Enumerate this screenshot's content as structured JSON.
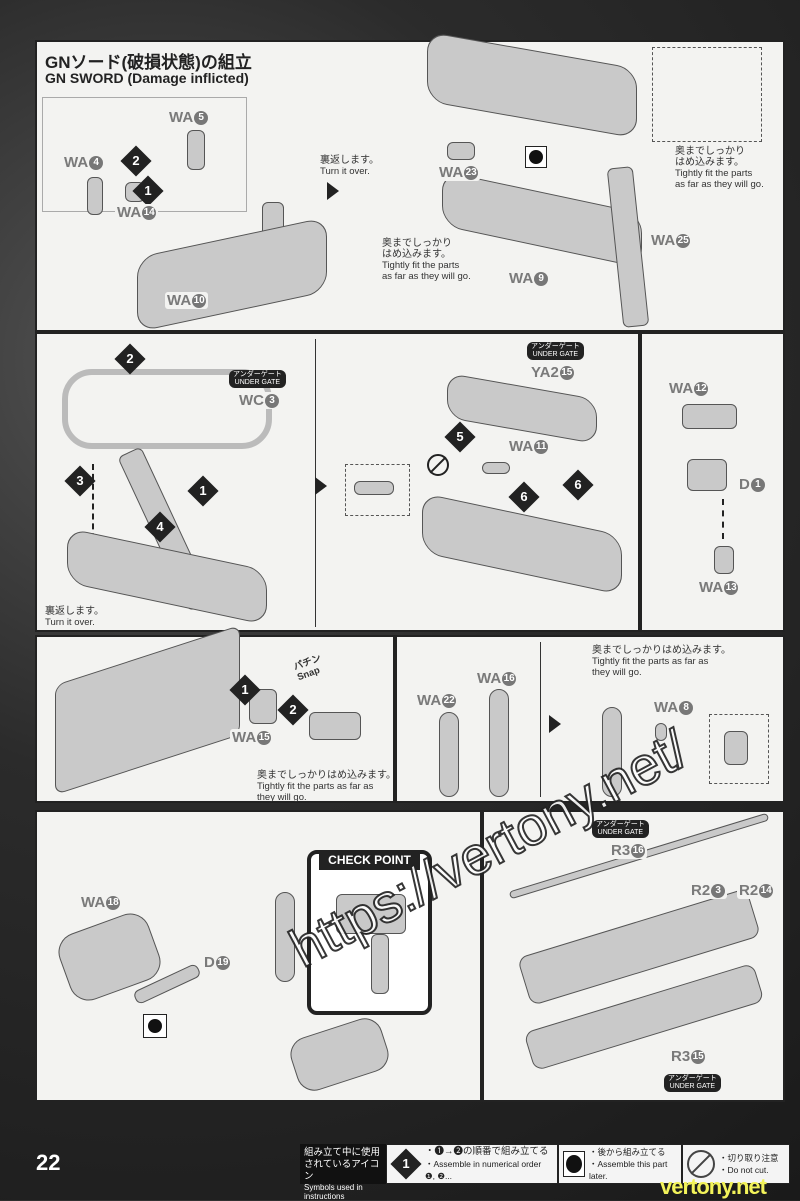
{
  "header": {
    "title_jp": "GNソード(破損状態)の組立",
    "title_en": "GN SWORD (Damage inflicted)"
  },
  "panel1": {
    "parts": [
      "WA",
      "WA",
      "WA",
      "WA",
      "WA",
      "WA",
      "WA"
    ],
    "part_nums": [
      "5",
      "4",
      "14",
      "10",
      "23",
      "9",
      "25"
    ],
    "steps": [
      "1",
      "2"
    ],
    "turn_jp": "裏返します。",
    "turn_en": "Turn it over.",
    "fit1_jp": "奥までしっかり",
    "fit1_jp2": "はめ込みます。",
    "fit1_en": "Tightly fit the parts",
    "fit1_en2": "as far as they will go.",
    "fit2_jp": "奥までしっかり",
    "fit2_jp2": "はめ込みます。",
    "fit2_en": "Tightly fit the parts",
    "fit2_en2": "as far as they will go."
  },
  "panel2": {
    "gate_jp": "アンダーゲート",
    "gate_en": "UNDER GATE",
    "parts": [
      "WC",
      "YA2",
      "WA",
      "WA",
      "D",
      "WA"
    ],
    "part_nums": [
      "3",
      "15",
      "11",
      "12",
      "1",
      "13"
    ],
    "steps": [
      "1",
      "2",
      "3",
      "4",
      "5",
      "6",
      "6"
    ],
    "turn_jp": "裏返します。",
    "turn_en": "Turn it over."
  },
  "panel3": {
    "parts": [
      "WA",
      "WA",
      "WA",
      "WA"
    ],
    "part_nums": [
      "15",
      "22",
      "16",
      "8"
    ],
    "steps": [
      "1",
      "2"
    ],
    "snap_jp": "パチン",
    "snap_en": "Snap",
    "fit1_jp": "奥までしっかりはめ込みます。",
    "fit1_en": "Tightly fit the parts as far as",
    "fit1_en2": "they will go.",
    "fit2_jp": "奥までしっかりはめ込みます。",
    "fit2_en": "Tightly fit the parts as far as",
    "fit2_en2": "they will go."
  },
  "panel4": {
    "check_point": "CHECK POINT",
    "parts": [
      "WA",
      "D",
      "R3",
      "R2",
      "R2",
      "R3"
    ],
    "part_nums": [
      "18",
      "19",
      "16",
      "3",
      "14",
      "15"
    ],
    "gate_jp": "アンダーゲート",
    "gate_en": "UNDER GATE"
  },
  "footer": {
    "page_number": "22",
    "legend_title_jp": "組み立て中に使用",
    "legend_title_jp2": "されているアイコン",
    "legend_title_en": "Symbols used in instructions",
    "step_icon": "1",
    "order_jp": "・❶→❷の順番で組み立てる",
    "order_en": "・Assemble in numerical order ❶, ❷...",
    "later_jp": "・後から組み立てる",
    "later_en": "・Assemble this part later.",
    "nocut_jp": "・切り取り注意",
    "nocut_en": "・Do not cut.",
    "watermark_brand": "vertony.net",
    "watermark_url": "https://vertony.net/"
  }
}
